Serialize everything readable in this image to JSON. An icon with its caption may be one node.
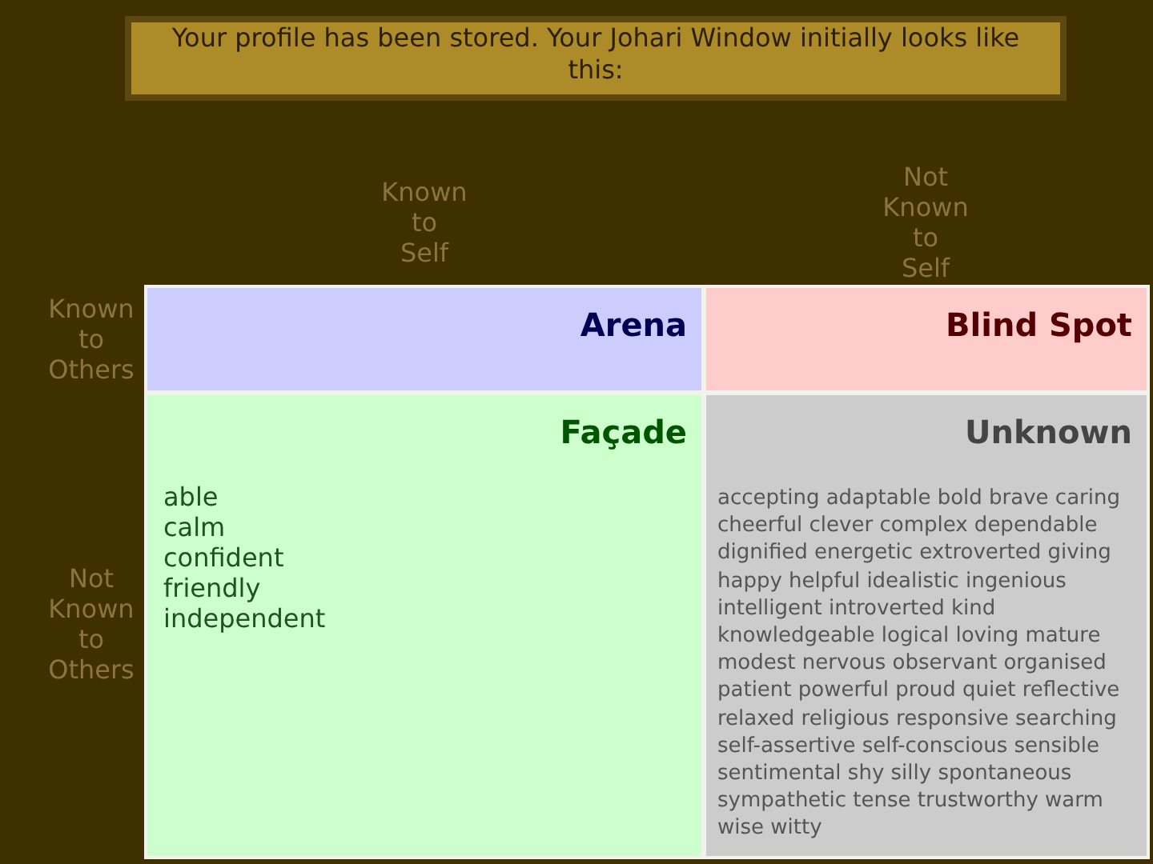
{
  "diagram": {
    "title": "Your profile has been stored. Your Johari Window initially looks like this:",
    "nodes": [
      {
        "text": [
          "Arena"
        ]
      },
      {
        "text": [
          "Blind Spot"
        ]
      },
      {
        "text": [
          "Façade",
          "able calm confident friendly independent"
        ]
      },
      {
        "text": [
          "Unknown",
          "accepting adaptable bold brave caring cheerful clever complex dependable dignified energetic extroverted giving happy helpful idealistic ingenious intelligent introverted kind knowledgeable logical loving mature modest nervous observant organised patient powerful proud quiet reflective relaxed religious responsive searching self-assertive self-conscious sensible sentimental shy silly spontaneous sympathetic tense trustworthy warm wise witty"
        ]
      }
    ],
    "labels": [
      "Known to Self",
      "Not Known to Self",
      "Known to Others",
      "Not Known to Others"
    ]
  }
}
